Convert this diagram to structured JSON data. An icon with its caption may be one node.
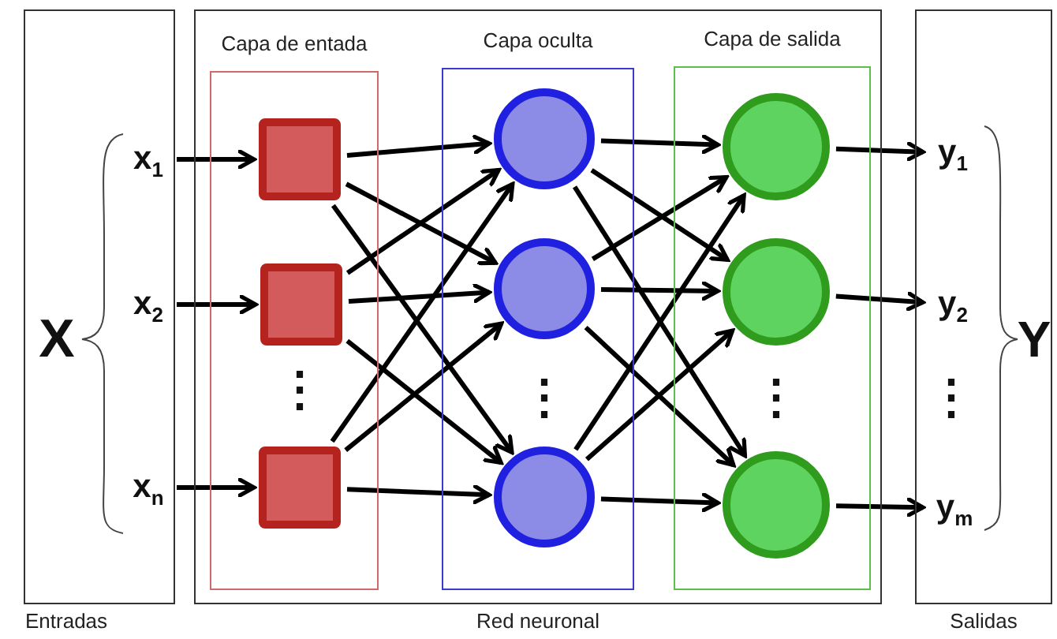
{
  "diagram": {
    "nodes": [
      {
        "text": [
          "Entradas"
        ]
      },
      {
        "text": [
          "x$_{1}$"
        ],
        "in": 0
      },
      {
        "text": [
          "x$_{2}$"
        ],
        "in": 0
      },
      {
        "text": [
          "x$_{n}$"
        ],
        "in": 0
      },
      {
        "text": [
          "Red neuronal"
        ]
      },
      {
        "text": [
          "Capa de entada"
        ],
        "in": 4
      },
      {
        "text": [],
        "shape": "box",
        "in": 5
      },
      {
        "text": [],
        "shape": "box",
        "in": 5
      },
      {
        "text": [],
        "shape": "box",
        "in": 5
      },
      {
        "text": [
          "Capa oculta"
        ],
        "in": 4
      },
      {
        "text": [],
        "shape": "circle",
        "in": 9
      },
      {
        "text": [],
        "shape": "circle",
        "in": 9
      },
      {
        "text": [],
        "shape": "circle",
        "in": 9
      },
      {
        "text": [
          "Capa de salida"
        ],
        "in": 4
      },
      {
        "text": [],
        "shape": "circle",
        "in": 13
      },
      {
        "text": [],
        "shape": "circle",
        "in": 13
      },
      {
        "text": [],
        "shape": "circle",
        "in": 13
      },
      {
        "text": [
          "Salidas"
        ]
      },
      {
        "text": [
          "y$_{1}$"
        ],
        "in": 17
      },
      {
        "text": [
          "y$_{2}$"
        ],
        "in": 17
      },
      {
        "text": [
          "y$_{m}$"
        ],
        "in": 17
      }
    ],
    "edges": [
      {
        "from": 1,
        "to": 6,
        "arrow": "to"
      },
      {
        "from": 2,
        "to": 7,
        "arrow": "to"
      },
      {
        "from": 3,
        "to": 8,
        "arrow": "to"
      },
      {
        "from": 6,
        "to": 10,
        "arrow": "to"
      },
      {
        "from": 6,
        "to": 11,
        "arrow": "to"
      },
      {
        "from": 6,
        "to": 12,
        "arrow": "to"
      },
      {
        "from": 7,
        "to": 10,
        "arrow": "to"
      },
      {
        "from": 7,
        "to": 11,
        "arrow": "to"
      },
      {
        "from": 7,
        "to": 12,
        "arrow": "to"
      },
      {
        "from": 8,
        "to": 10,
        "arrow": "to"
      },
      {
        "from": 8,
        "to": 11,
        "arrow": "to"
      },
      {
        "from": 8,
        "to": 12,
        "arrow": "to"
      },
      {
        "from": 10,
        "to": 14,
        "arrow": "to"
      },
      {
        "from": 10,
        "to": 15,
        "arrow": "to"
      },
      {
        "from": 10,
        "to": 16,
        "arrow": "to"
      },
      {
        "from": 11,
        "to": 14,
        "arrow": "to"
      },
      {
        "from": 11,
        "to": 15,
        "arrow": "to"
      },
      {
        "from": 11,
        "to": 16,
        "arrow": "to"
      },
      {
        "from": 12,
        "to": 14,
        "arrow": "to"
      },
      {
        "from": 12,
        "to": 15,
        "arrow": "to"
      },
      {
        "from": 12,
        "to": 16,
        "arrow": "to"
      },
      {
        "from": 14,
        "to": 18,
        "arrow": "to"
      },
      {
        "from": 15,
        "to": 19,
        "arrow": "to"
      },
      {
        "from": 16,
        "to": 20,
        "arrow": "to"
      }
    ],
    "labels": [
      "X",
      "⋮",
      "⋮",
      "⋮",
      "⋮",
      "Y"
    ]
  }
}
